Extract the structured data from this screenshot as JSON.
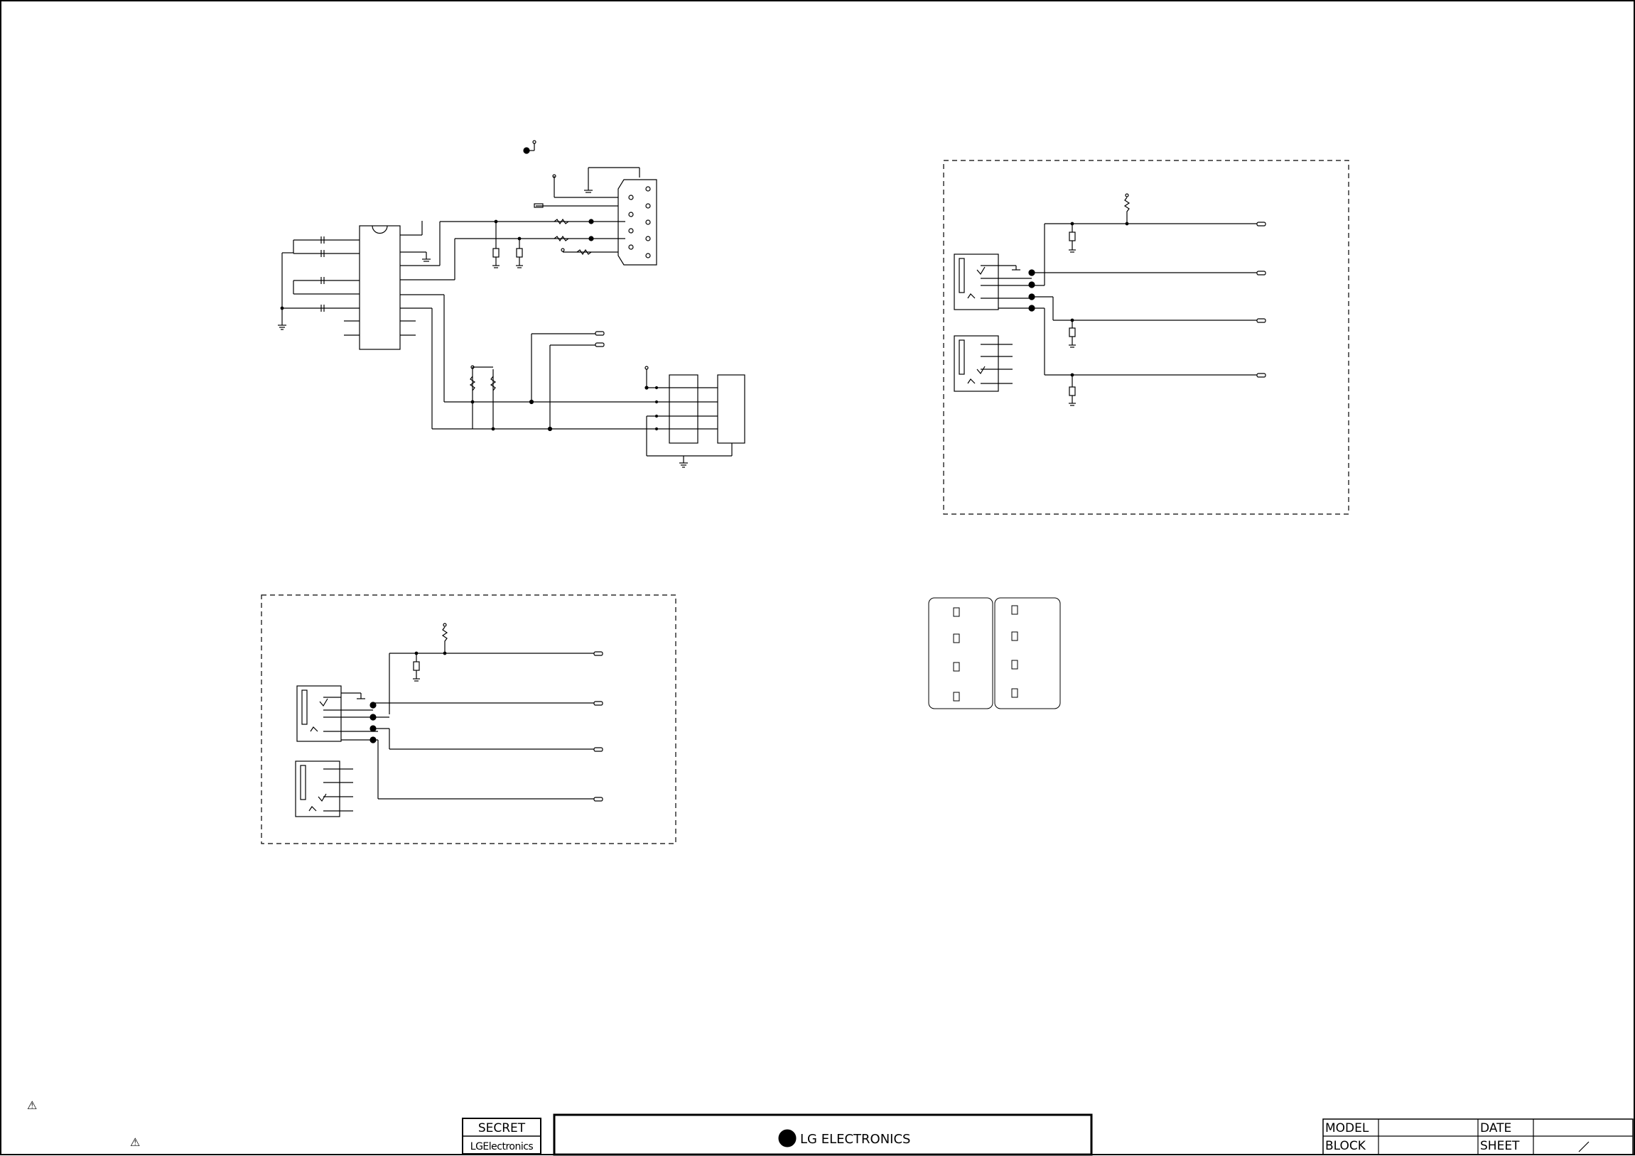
{
  "title_block": {
    "secret_label": "SECRET",
    "company_small": "LGElectronics",
    "company_big": "LG ELECTRONICS",
    "model_label": "MODEL",
    "block_label": "BLOCK",
    "date_label": "DATE",
    "sheet_label": "SHEET"
  },
  "warnings": {
    "symbol": "⚠"
  }
}
